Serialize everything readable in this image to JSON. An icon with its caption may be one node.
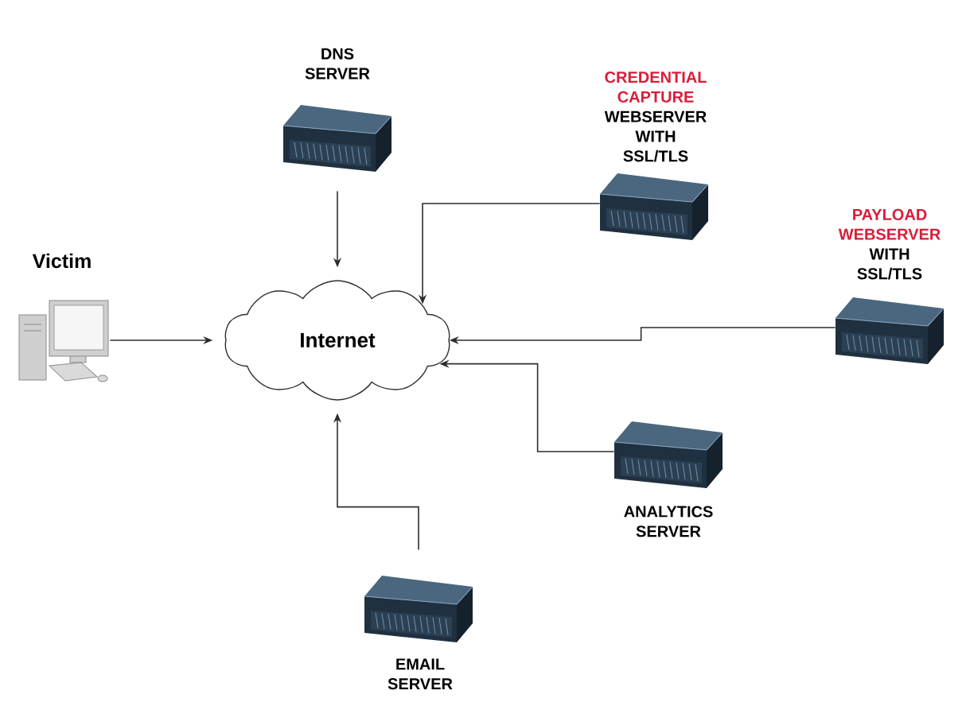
{
  "diagram": {
    "nodes": [
      {
        "text": [
          "DNS SERVER"
        ]
      },
      {
        "text": [
          "CREDENTIAL CAPTURE",
          "WEBSERVER WITH SSL/TLS"
        ]
      },
      {
        "text": [
          "PAYLOAD WEBSERVER",
          "WITH SSL/TLS"
        ]
      },
      {
        "text": [
          "Victim"
        ]
      },
      {
        "text": [
          "Internet"
        ]
      },
      {
        "text": [
          "ANALYTICS SERVER"
        ]
      },
      {
        "text": [
          "EMAIL SERVER"
        ]
      }
    ],
    "edges": [
      {
        "from": 0,
        "to": 4,
        "arrow": "to"
      },
      {
        "from": 1,
        "to": 4,
        "arrow": "to"
      },
      {
        "from": 2,
        "to": 4,
        "arrow": "to"
      },
      {
        "from": 3,
        "to": 4,
        "arrow": "to"
      },
      {
        "from": 5,
        "to": 4,
        "arrow": "to"
      },
      {
        "from": 6,
        "to": 4,
        "arrow": "to"
      }
    ]
  }
}
